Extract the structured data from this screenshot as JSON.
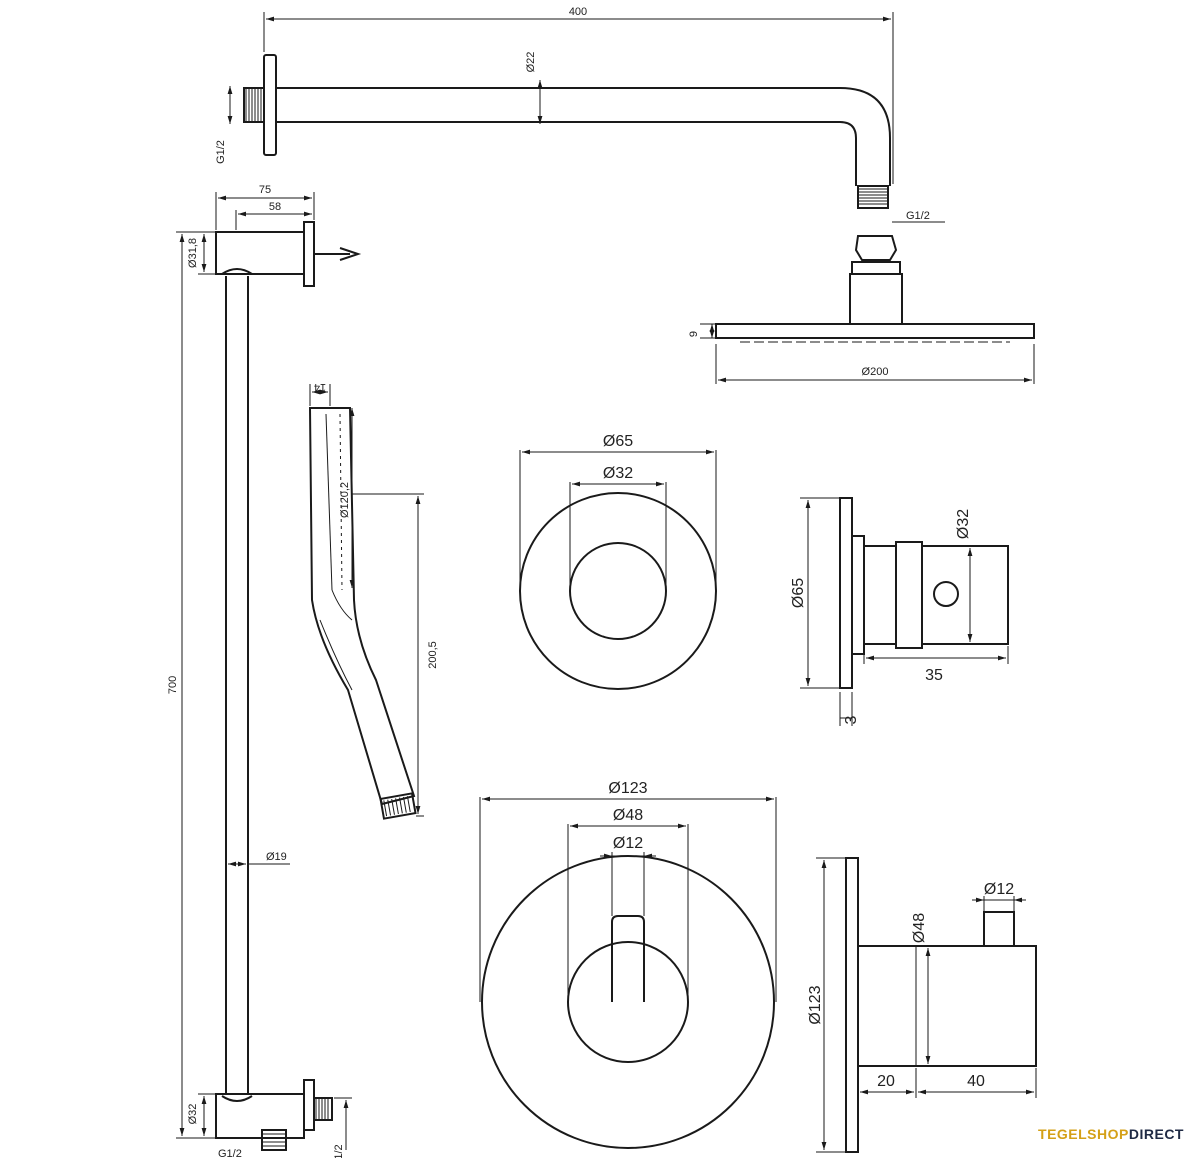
{
  "dimensions": {
    "arm_length": "400",
    "arm_diameter": "Ø22",
    "thread_wall": "G1/2",
    "thread_head": "G1/2",
    "head_thickness": "9",
    "head_diameter": "Ø200",
    "bar_offset_75": "75",
    "bar_offset_58": "58",
    "bar_top_diameter": "Ø31,8",
    "bar_length": "700",
    "bar_diameter": "Ø19",
    "bar_bottom_diameter": "Ø32",
    "bar_bottom_thread": "G1/2",
    "bar_bottom_half": "1/2",
    "hand_width": "14",
    "hand_diameter": "Ø120,2",
    "hand_length": "200,5",
    "rosette_small_outer": "Ø65",
    "rosette_small_inner": "Ø32",
    "valve_small_height": "Ø65",
    "valve_small_body": "Ø32",
    "valve_small_depth": "35",
    "valve_small_plate": "3",
    "rosette_large_outer": "Ø123",
    "rosette_large_mid": "Ø48",
    "rosette_large_knob": "Ø12",
    "valve_large_knob": "Ø12",
    "valve_large_body": "Ø48",
    "valve_large_height": "Ø123",
    "valve_large_offset": "20",
    "valve_large_depth": "40"
  },
  "brand": {
    "part1": "TEGELSHOP",
    "part2": "DIRECT"
  }
}
